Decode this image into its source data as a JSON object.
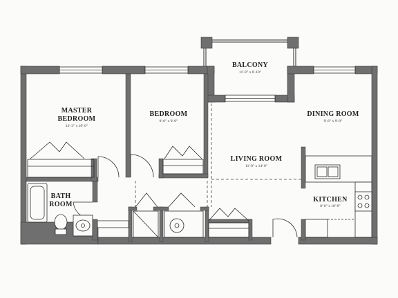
{
  "rooms": {
    "master_bedroom": {
      "name_line1": "MASTER",
      "name_line2": "BEDROOM",
      "dims": "12'-3\" x 10'-0\""
    },
    "bedroom": {
      "name": "BEDROOM",
      "dims": "9'-0\" x 9'-9\""
    },
    "balcony": {
      "name": "BALCONY",
      "dims": "11'-8\" x 6'-10\""
    },
    "dining_room": {
      "name": "DINING ROOM",
      "dims": "9'-6\" x 9'-8\""
    },
    "living_room": {
      "name": "LIVING ROOM",
      "dims": "11'-0\" x 14'-0\""
    },
    "bath_room": {
      "name_line1": "BATH",
      "name_line2": "ROOM"
    },
    "kitchen": {
      "name": "KITCHEN",
      "dims": "8'-0\" x 10'-0\""
    }
  },
  "colors": {
    "wall": "#6f6f6f",
    "wall_edge": "#3a3a3a",
    "line": "#2b2b2b",
    "paper": "#fbfbf9"
  }
}
